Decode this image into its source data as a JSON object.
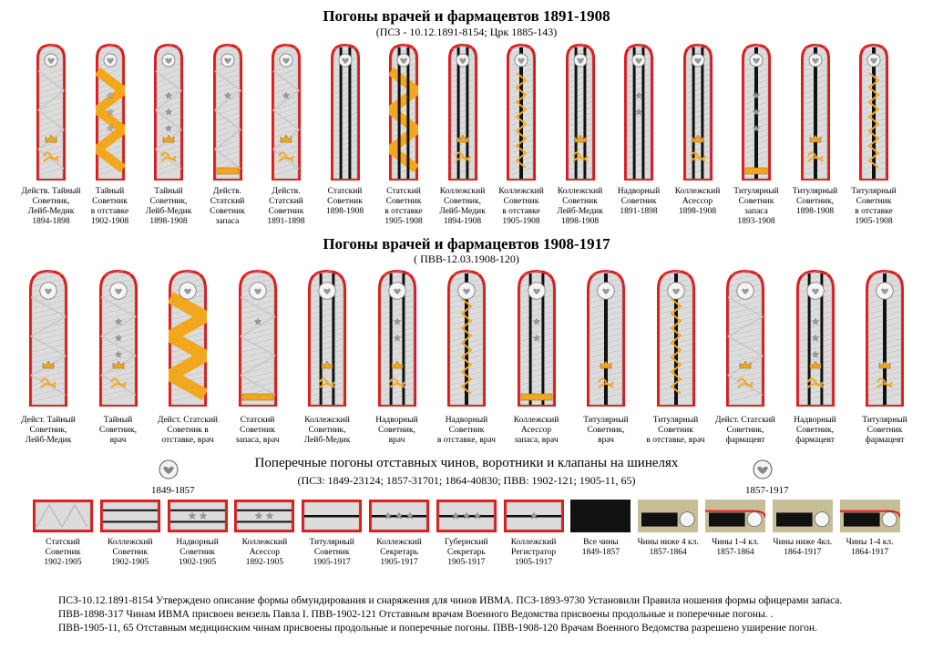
{
  "section1": {
    "title": "Погоны  врачей и фармацевтов 1891-1908",
    "subtitle": "(ПСЗ - 10.12.1891-8154; Црк 1885-143)",
    "straps": [
      {
        "caption": "Действ. Тайный\nСоветник,\nЛейб-Медик\n1894-1898",
        "field": "zigzag-silver",
        "stripes": 0,
        "stars": 0,
        "crown": true,
        "monogram": true,
        "bar": false
      },
      {
        "caption": "Тайный\nСоветник\nв отставке\n1902-1908",
        "field": "zigzag-gold",
        "stripes": 0,
        "stars": 3,
        "crown": false,
        "monogram": false,
        "bar": false
      },
      {
        "caption": "Тайный\nСоветник,\nЛейб-Медик\n1898-1908",
        "field": "zigzag-silver",
        "stripes": 0,
        "stars": 3,
        "crown": true,
        "monogram": true,
        "bar": false
      },
      {
        "caption": "Действ.\nСтатский\nСоветник\nзапаса",
        "field": "zigzag-silver",
        "stripes": 0,
        "stars": 1,
        "crown": false,
        "monogram": false,
        "bar": true
      },
      {
        "caption": "Действ.\nСтатский\nСоветник\n1891-1898",
        "field": "zigzag-silver",
        "stripes": 0,
        "stars": 1,
        "crown": true,
        "monogram": true,
        "bar": false
      },
      {
        "caption": "Статский\nСоветник\n1898-1908",
        "field": "silver",
        "stripes": 2,
        "stars": 0,
        "crown": false,
        "monogram": false,
        "bar": false
      },
      {
        "caption": "Статский\nСоветник\nв отставке\n1905-1908",
        "field": "zigzag-gold",
        "stripes": 2,
        "stars": 0,
        "crown": false,
        "monogram": false,
        "bar": false
      },
      {
        "caption": "Коллежский\nСоветник,\nЛейб-Медик\n1894-1908",
        "field": "silver",
        "stripes": 2,
        "stars": 0,
        "crown": true,
        "monogram": true,
        "bar": false
      },
      {
        "caption": "Коллежский\nСоветник\nв отставке\n1905-1908",
        "field": "silver",
        "stripes": 1,
        "stars": 0,
        "crown": false,
        "monogram": false,
        "bar": false,
        "goldstripe": true
      },
      {
        "caption": "Коллежский\nСоветник\nЛейб-Медик\n1898-1908",
        "field": "silver",
        "stripes": 2,
        "stars": 0,
        "crown": true,
        "monogram": true,
        "bar": false
      },
      {
        "caption": "Надворный\nСоветник\n1891-1898",
        "field": "silver",
        "stripes": 2,
        "stars": 2,
        "crown": false,
        "monogram": false,
        "bar": false
      },
      {
        "caption": "Коллежский\nАсессор\n1898-1908",
        "field": "silver",
        "stripes": 2,
        "stars": 0,
        "crown": true,
        "monogram": true,
        "bar": false
      },
      {
        "caption": "Титулярный\nСоветник\nзапаса\n1893-1908",
        "field": "silver",
        "stripes": 1,
        "stars": 3,
        "crown": false,
        "monogram": false,
        "bar": true
      },
      {
        "caption": "Титулярный\nСоветник,\n1898-1908",
        "field": "silver",
        "stripes": 1,
        "stars": 0,
        "crown": true,
        "monogram": true,
        "bar": false
      },
      {
        "caption": "Титулярный\nСоветник\nв отставке\n1905-1908",
        "field": "silver",
        "stripes": 1,
        "stars": 0,
        "crown": false,
        "monogram": false,
        "bar": false,
        "goldstripe": true
      }
    ]
  },
  "section2": {
    "title": "Погоны  врачей и фармацевтов 1908-1917",
    "subtitle": "( ПВВ-12.03.1908-120)",
    "straps": [
      {
        "caption": "Дейст. Тайный\nСоветник,\nЛейб-Медик",
        "field": "zigzag-silver",
        "stripes": 0,
        "stars": 0,
        "crown": true,
        "monogram": true,
        "bar": false
      },
      {
        "caption": "Тайный\nСоветник,\nврач",
        "field": "zigzag-silver",
        "stripes": 0,
        "stars": 3,
        "crown": true,
        "monogram": true,
        "bar": false
      },
      {
        "caption": "Дейст. Статский\nСоветник в\nотставке, врач",
        "field": "zigzag-gold",
        "stripes": 0,
        "stars": 0,
        "crown": false,
        "monogram": false,
        "bar": false
      },
      {
        "caption": "Статский\nСоветник\nзапаса, врач",
        "field": "zigzag-silver",
        "stripes": 0,
        "stars": 1,
        "crown": false,
        "monogram": false,
        "bar": true
      },
      {
        "caption": "Коллежский\nСоветник,\nЛейб-Медик",
        "field": "silver",
        "stripes": 2,
        "stars": 0,
        "crown": true,
        "monogram": true,
        "bar": false
      },
      {
        "caption": "Надворный\nСоветник,\nврач",
        "field": "silver",
        "stripes": 2,
        "stars": 2,
        "crown": true,
        "monogram": true,
        "bar": false
      },
      {
        "caption": "Надворный\nСоветник\nв отставке, врач",
        "field": "silver",
        "stripes": 1,
        "stars": 0,
        "crown": false,
        "monogram": false,
        "bar": false,
        "goldstripe": true
      },
      {
        "caption": "Коллежский\nАсессор\nзапаса, врач",
        "field": "silver",
        "stripes": 2,
        "stars": 2,
        "crown": false,
        "monogram": false,
        "bar": true
      },
      {
        "caption": "Титулярный\nСоветник,\nврач",
        "field": "silver",
        "stripes": 1,
        "stars": 0,
        "crown": true,
        "monogram": true,
        "bar": false
      },
      {
        "caption": "Титулярный\nСоветник\nв отставке, врач",
        "field": "silver",
        "stripes": 1,
        "stars": 0,
        "crown": false,
        "monogram": false,
        "bar": false,
        "goldstripe": true
      },
      {
        "caption": "Дейст. Статский\nСоветник,\nфармацевт",
        "field": "zigzag-silver",
        "stripes": 0,
        "stars": 0,
        "crown": true,
        "monogram": true,
        "bar": false
      },
      {
        "caption": "Надворный\nСоветник,\nфармацевт",
        "field": "silver",
        "stripes": 2,
        "stars": 3,
        "crown": true,
        "monogram": true,
        "bar": false
      },
      {
        "caption": "Титулярный\nСоветник\nфармацевт",
        "field": "silver",
        "stripes": 1,
        "stars": 0,
        "crown": true,
        "monogram": true,
        "bar": false
      }
    ]
  },
  "section3": {
    "title": "Поперечные погоны  отставных чинов, воротники и клапаны на шинелях",
    "subtitle": "(ПСЗ: 1849-23124; 1857-31701; 1864-40830;  ПВВ: 1902-121; 1905-11, 65)",
    "label_left": "1849-1857",
    "label_right": "1857-1917",
    "tabs": [
      {
        "caption": "Статский\nСоветник\n1902-1905",
        "kind": "zigzag",
        "stars": 0,
        "stripes": 0
      },
      {
        "caption": "Коллежский\nСоветник\n1902-1905",
        "kind": "plain",
        "stars": 0,
        "stripes": 2
      },
      {
        "caption": "Надворный\nСоветник\n1902-1905",
        "kind": "plain",
        "stars": 2,
        "stripes": 2
      },
      {
        "caption": "Коллежский\nАсессор\n1892-1905",
        "kind": "plain",
        "stars": 2,
        "stripes": 2
      },
      {
        "caption": "Титулярный\nСоветник\n1905-1917",
        "kind": "plain",
        "stars": 0,
        "stripes": 1
      },
      {
        "caption": "Коллежский\nСекретарь\n1905-1917",
        "kind": "plain",
        "stars": 3,
        "stripes": 1
      },
      {
        "caption": "Губернский\nСекретарь\n1905-1917",
        "kind": "plain",
        "stars": 3,
        "stripes": 1
      },
      {
        "caption": "Коллежский\nРегистратор\n1905-1917",
        "kind": "plain",
        "stars": 1,
        "stripes": 1
      },
      {
        "caption": "Все чины\n1849-1857",
        "kind": "black",
        "stars": 0,
        "stripes": 0
      },
      {
        "caption": "Чины ниже 4 кл.\n1857-1864",
        "kind": "collar-khaki",
        "stars": 0,
        "stripes": 0
      },
      {
        "caption": "Чины 1-4 кл.\n1857-1864",
        "kind": "collar-khaki-red",
        "stars": 0,
        "stripes": 0
      },
      {
        "caption": "Чины ниже 4кл.\n1864-1917",
        "kind": "collar-khaki",
        "stars": 0,
        "stripes": 0
      },
      {
        "caption": "Чины 1-4 кл.\n1864-1917",
        "kind": "collar-khaki-red",
        "stars": 0,
        "stripes": 0
      }
    ]
  },
  "notes": [
    "ПСЗ-10.12.1891-8154  Утверждено описание формы обмундирования и снаряжения для чинов ИВМА.  ПСЗ-1893-9730  Установили Правила ношения формы офицерами запаса.",
    "ПВВ-1898-317  Чинам ИВМА присвоен вензель Павла I. ПВВ-1902-121 Отставным врачам Военного Ведомства присвоены продольные и поперечные погоны.  .",
    "ПВВ-1905-11, 65  Отставным медицинским чинам присвоены продольные и поперечные погоны.  ПВВ-1908-120 Врачам Военного Ведомства разрешено уширение погон."
  ],
  "colors": {
    "red": "#e01a1a",
    "gold": "#f2a81e",
    "silver": "#dcdcdc",
    "black": "#111111",
    "khaki": "#c7bd96"
  }
}
